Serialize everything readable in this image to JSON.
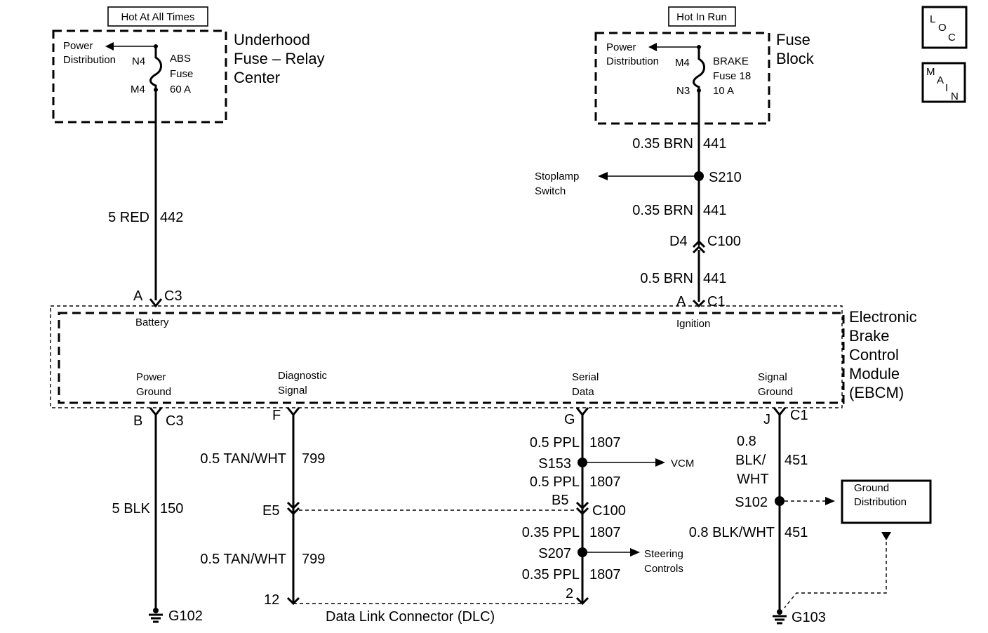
{
  "header": {
    "hot_at_all_times": "Hot At All Times",
    "hot_in_run": "Hot In Run",
    "loc_icon": "LOC",
    "main_icon": "MAIN"
  },
  "underhood": {
    "title1": "Underhood",
    "title2": "Fuse – Relay",
    "title3": "Center",
    "power1": "Power",
    "power2": "Distribution",
    "n4": "N4",
    "m4": "M4",
    "fuse1": "ABS",
    "fuse2": "Fuse",
    "fuse3": "60 A"
  },
  "fuse_block": {
    "title1": "Fuse",
    "title2": "Block",
    "power1": "Power",
    "power2": "Distribution",
    "m4": "M4",
    "n3": "N3",
    "fuse1": "BRAKE",
    "fuse2": "Fuse 18",
    "fuse3": "10 A"
  },
  "wires": {
    "red_gauge": "5 RED",
    "red_num": "442",
    "brn1_gauge": "0.35 BRN",
    "brn1_num": "441",
    "brn2_gauge": "0.35 BRN",
    "brn2_num": "441",
    "brn3_gauge": "0.5 BRN",
    "brn3_num": "441",
    "blk_gauge": "5 BLK",
    "blk_num": "150",
    "tan1_gauge": "0.5 TAN/WHT",
    "tan1_num": "799",
    "tan2_gauge": "0.5 TAN/WHT",
    "tan2_num": "799",
    "ppl1_gauge": "0.5 PPL",
    "ppl1_num": "1807",
    "ppl2_gauge": "0.5 PPL",
    "ppl2_num": "1807",
    "ppl3_gauge": "0.35 PPL",
    "ppl3_num": "1807",
    "ppl4_gauge": "0.35 PPL",
    "ppl4_num": "1807",
    "bw1_gauge1": "0.8",
    "bw1_gauge2": "BLK/",
    "bw1_gauge3": "WHT",
    "bw1_num": "451",
    "bw2_gauge": "0.8 BLK/WHT",
    "bw2_num": "451"
  },
  "splices": {
    "s210": "S210",
    "stoplamp1": "Stoplamp",
    "stoplamp2": "Switch",
    "s153": "S153",
    "vcm": "VCM",
    "s207": "S207",
    "steering1": "Steering",
    "steering2": "Controls",
    "s102": "S102",
    "ground_dist1": "Ground",
    "ground_dist2": "Distribution"
  },
  "connectors": {
    "a": "A",
    "c3_top": "C3",
    "d4": "D4",
    "c100_top": "C100",
    "a_right": "A",
    "c1_top": "C1",
    "b": "B",
    "c3_bot": "C3",
    "f": "F",
    "g": "G",
    "j": "J",
    "c1_bot": "C1",
    "e5": "E5",
    "b5": "B5",
    "c100_bot": "C100",
    "pin12": "12",
    "pin2": "2",
    "dlc": "Data Link Connector (DLC)"
  },
  "ebcm": {
    "title1": "Electronic",
    "title2": "Brake",
    "title3": "Control",
    "title4": "Module",
    "title5": "(EBCM)",
    "battery": "Battery",
    "ignition": "Ignition",
    "pg1": "Power",
    "pg2": "Ground",
    "diag1": "Diagnostic",
    "diag2": "Signal",
    "serial1": "Serial",
    "serial2": "Data",
    "sg1": "Signal",
    "sg2": "Ground"
  },
  "grounds": {
    "g102": "G102",
    "g103": "G103"
  }
}
